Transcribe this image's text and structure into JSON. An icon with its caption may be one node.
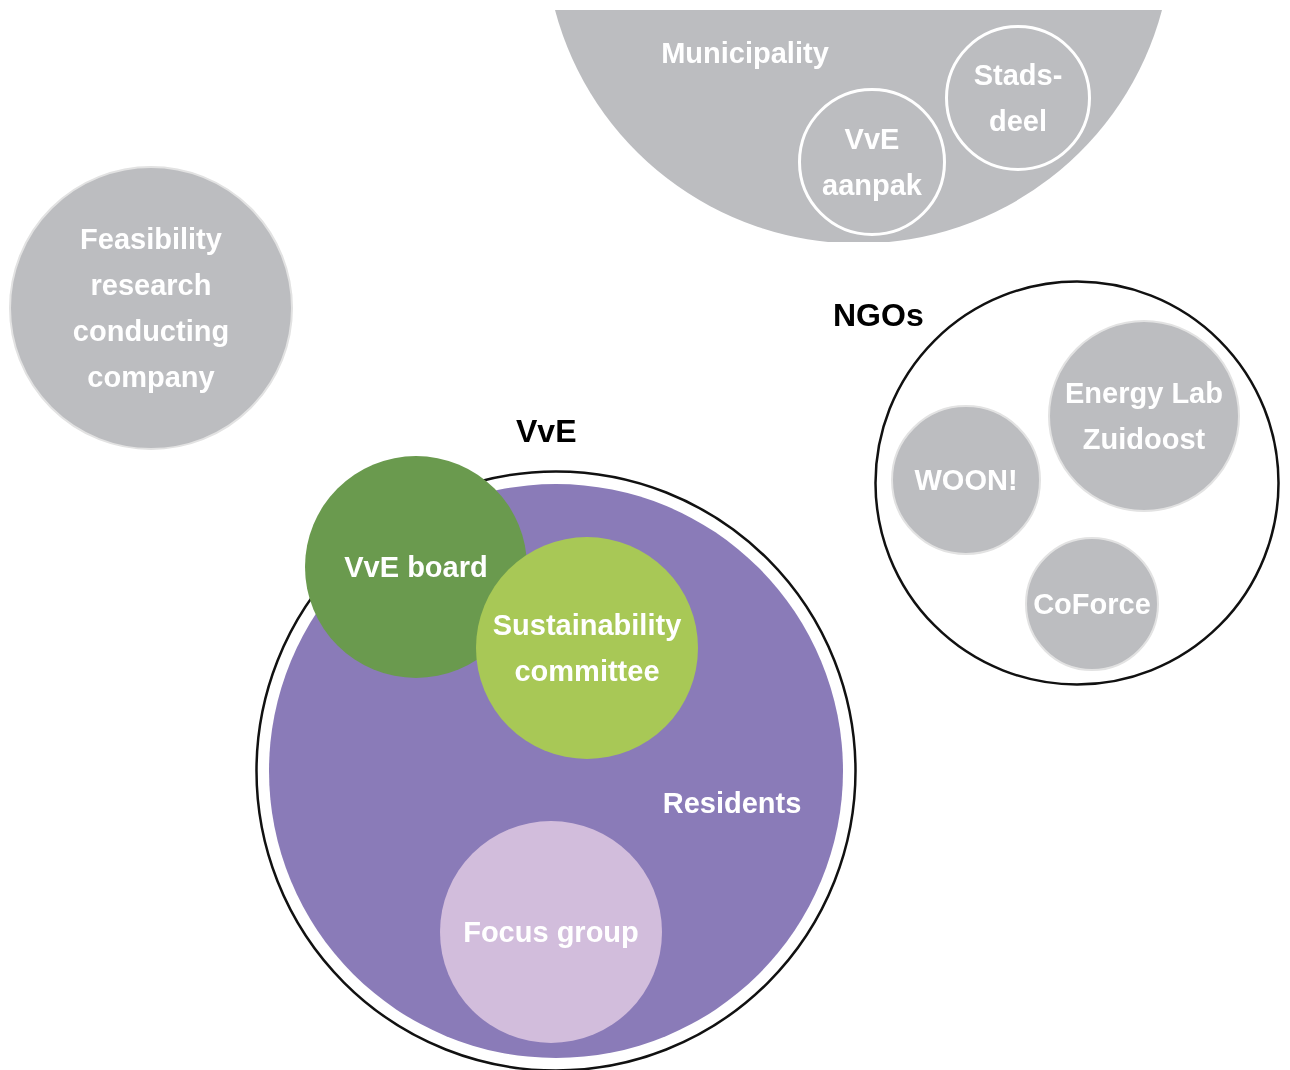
{
  "diagram": {
    "nodes": [
      {
        "text": [
          "Municipality"
        ]
      },
      {
        "text": [
          "Stads-deel"
        ],
        "in": 0
      },
      {
        "text": [
          "VvE aanpak"
        ],
        "in": 0
      },
      {
        "text": [
          "Feasibility research conducting company"
        ]
      },
      {
        "text": [
          "NGOs"
        ]
      },
      {
        "text": [
          "Energy Lab Zuidoost"
        ],
        "in": 4
      },
      {
        "text": [
          "WOON!"
        ],
        "in": 4
      },
      {
        "text": [
          "CoForce"
        ],
        "in": 4
      },
      {
        "text": [
          "VvE"
        ]
      },
      {
        "text": [
          "Residents"
        ],
        "in": 8
      },
      {
        "text": [
          "VvE board"
        ]
      },
      {
        "text": [
          "Sustainability committee"
        ],
        "in": 9
      },
      {
        "text": [
          "Focus group"
        ],
        "in": 9
      }
    ],
    "edges": []
  }
}
